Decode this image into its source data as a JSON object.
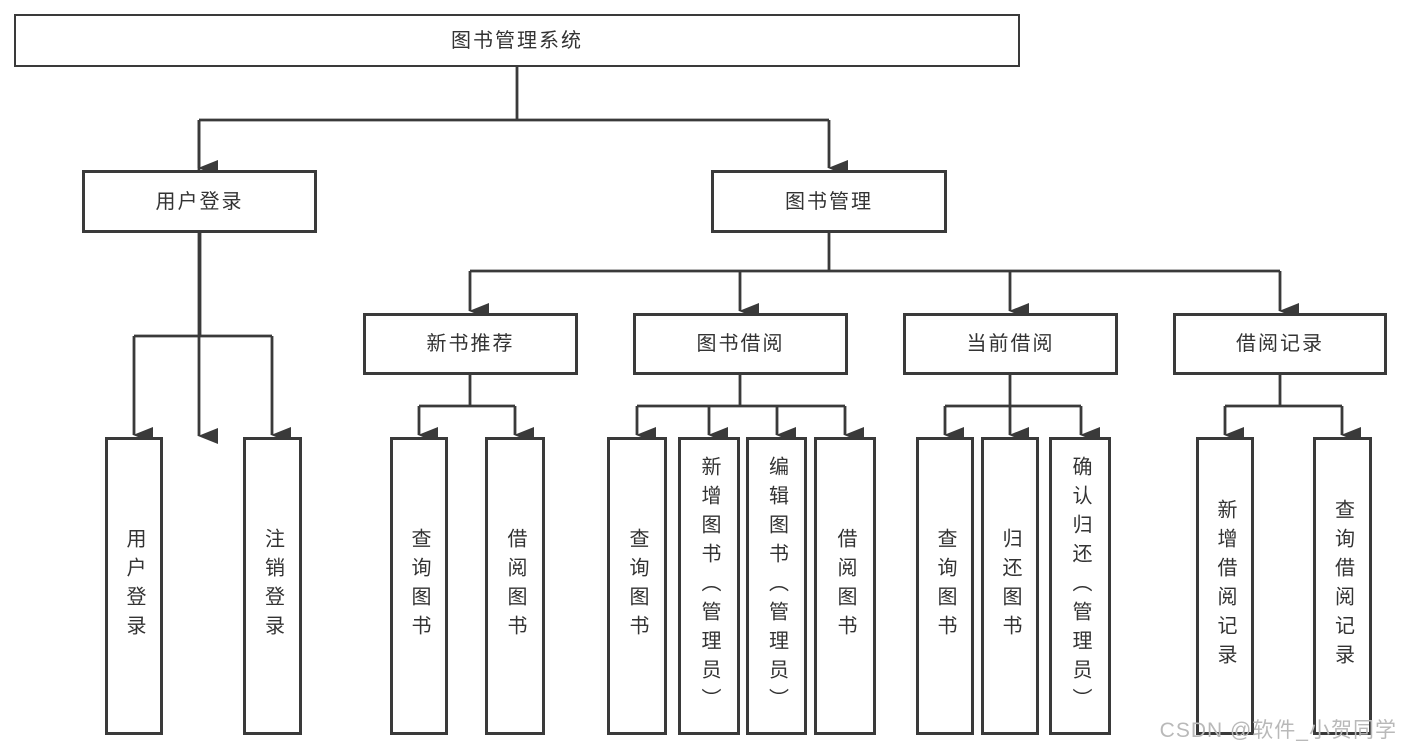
{
  "diagram": {
    "title_node": "图书管理系统",
    "nodes": {
      "root": {
        "label": "图书管理系统"
      },
      "user_login": {
        "label": "用户登录"
      },
      "book_mgmt": {
        "label": "图书管理"
      },
      "new_book_rec": {
        "label": "新书推荐"
      },
      "book_borrow": {
        "label": "图书借阅"
      },
      "current_borrow": {
        "label": "当前借阅"
      },
      "borrow_record": {
        "label": "借阅记录"
      },
      "leaf_user_login": {
        "label": "用户登录"
      },
      "leaf_logout": {
        "label": "注销登录"
      },
      "leaf_nbr_query": {
        "label": "查询图书"
      },
      "leaf_nbr_borrow": {
        "label": "借阅图书"
      },
      "leaf_bb_query": {
        "label": "查询图书"
      },
      "leaf_bb_add": {
        "label": "新增图书（管理员）"
      },
      "leaf_bb_edit": {
        "label": "编辑图书（管理员）"
      },
      "leaf_bb_borrow": {
        "label": "借阅图书"
      },
      "leaf_cb_query": {
        "label": "查询图书"
      },
      "leaf_cb_return": {
        "label": "归还图书"
      },
      "leaf_cb_confirm": {
        "label": "确认归还（管理员）"
      },
      "leaf_br_add": {
        "label": "新增借阅记录"
      },
      "leaf_br_query": {
        "label": "查询借阅记录"
      }
    },
    "edges": [
      [
        "root",
        "user_login"
      ],
      [
        "root",
        "book_mgmt"
      ],
      [
        "user_login",
        "leaf_user_login"
      ],
      [
        "user_login",
        "leaf_logout"
      ],
      [
        "book_mgmt",
        "new_book_rec"
      ],
      [
        "book_mgmt",
        "book_borrow"
      ],
      [
        "book_mgmt",
        "current_borrow"
      ],
      [
        "book_mgmt",
        "borrow_record"
      ],
      [
        "new_book_rec",
        "leaf_nbr_query"
      ],
      [
        "new_book_rec",
        "leaf_nbr_borrow"
      ],
      [
        "book_borrow",
        "leaf_bb_query"
      ],
      [
        "book_borrow",
        "leaf_bb_add"
      ],
      [
        "book_borrow",
        "leaf_bb_edit"
      ],
      [
        "book_borrow",
        "leaf_bb_borrow"
      ],
      [
        "current_borrow",
        "leaf_cb_query"
      ],
      [
        "current_borrow",
        "leaf_cb_return"
      ],
      [
        "current_borrow",
        "leaf_cb_confirm"
      ],
      [
        "borrow_record",
        "leaf_br_add"
      ],
      [
        "borrow_record",
        "leaf_br_query"
      ]
    ],
    "colors": {
      "line": "#3a3a3a",
      "box_border": "#3a3a3a",
      "text": "#333333",
      "background": "#ffffff",
      "watermark": "#b9b9b9"
    }
  },
  "watermark": {
    "text": "CSDN @软件_小贺同学"
  }
}
